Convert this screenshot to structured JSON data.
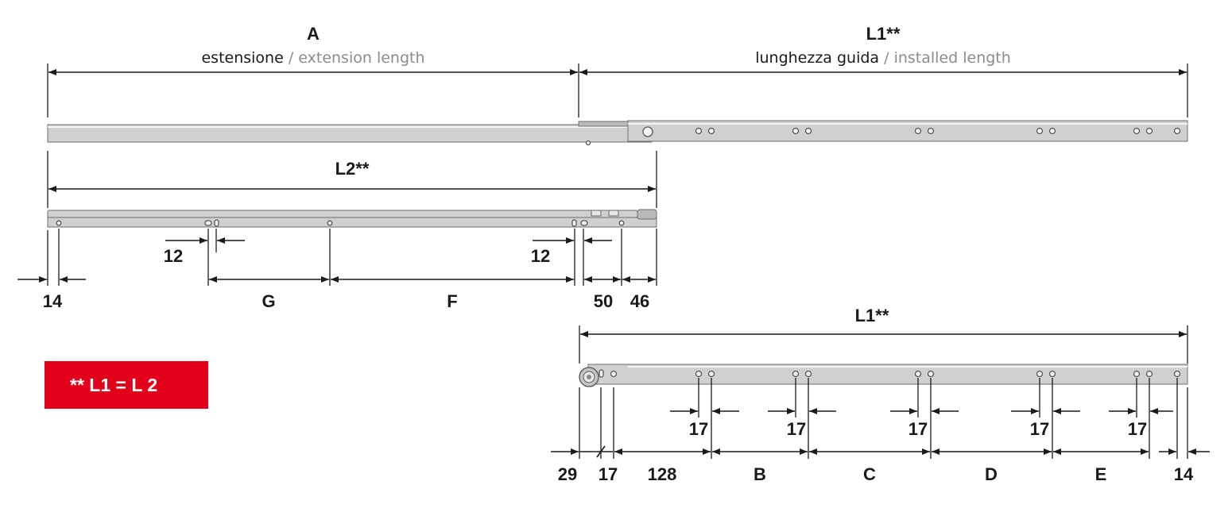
{
  "top": {
    "a_label": "A",
    "a_sub_it": "estensione",
    "a_sub_sep": " / ",
    "a_sub_en": "extension length",
    "l1_label": "L1**",
    "l1_sub_it": "lunghezza guida",
    "l1_sub_sep": " / ",
    "l1_sub_en": "installed length"
  },
  "middle": {
    "l2_label": "L2**",
    "dim_12_left": "12",
    "dim_12_right": "12",
    "dim_14": "14",
    "dim_g": "G",
    "dim_f": "F",
    "dim_50": "50",
    "dim_46": "46"
  },
  "bottom": {
    "l1_label": "L1**",
    "spacing_17": [
      "17",
      "17",
      "17",
      "17",
      "17"
    ],
    "dim_29": "29",
    "dim_17": "17",
    "dim_128": "128",
    "dim_b": "B",
    "dim_c": "C",
    "dim_d": "D",
    "dim_e": "E",
    "dim_14": "14"
  },
  "note": "** L1 = L 2",
  "colors": {
    "note_bg": "#e2001a",
    "line": "#1a1a1a",
    "rail": "#cfd0d1"
  }
}
